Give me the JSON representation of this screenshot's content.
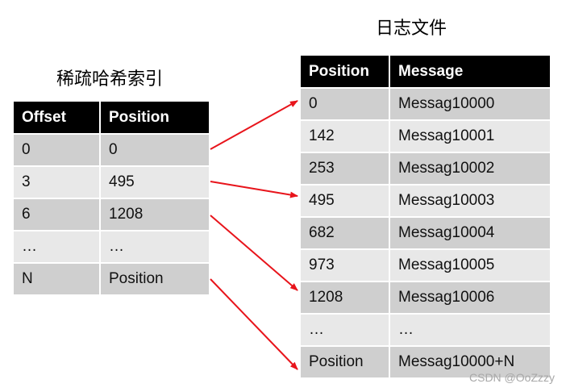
{
  "left": {
    "title": "稀疏哈希索引",
    "headers": [
      "Offset",
      "Position"
    ],
    "rows": [
      [
        "0",
        "0"
      ],
      [
        "3",
        "495"
      ],
      [
        "6",
        "1208"
      ],
      [
        "…",
        "…"
      ],
      [
        "N",
        "Position"
      ]
    ]
  },
  "right": {
    "title": "日志文件",
    "headers": [
      "Position",
      "Message"
    ],
    "rows": [
      [
        "0",
        "Messag10000"
      ],
      [
        "142",
        "Messag10001"
      ],
      [
        "253",
        "Messag10002"
      ],
      [
        "495",
        "Messag10003"
      ],
      [
        "682",
        "Messag10004"
      ],
      [
        "973",
        "Messag10005"
      ],
      [
        "1208",
        "Messag10006"
      ],
      [
        "…",
        "…"
      ],
      [
        "Position",
        "Messag10000+N"
      ]
    ]
  },
  "arrow_map": [
    [
      0,
      0
    ],
    [
      1,
      3
    ],
    [
      2,
      6
    ],
    [
      4,
      8
    ]
  ],
  "colors": {
    "arrow": "#e8141b",
    "header_bg": "#000000",
    "row_dark": "#cfcfcf",
    "row_light": "#e8e8e8"
  },
  "watermark": "CSDN @OoZzzy"
}
